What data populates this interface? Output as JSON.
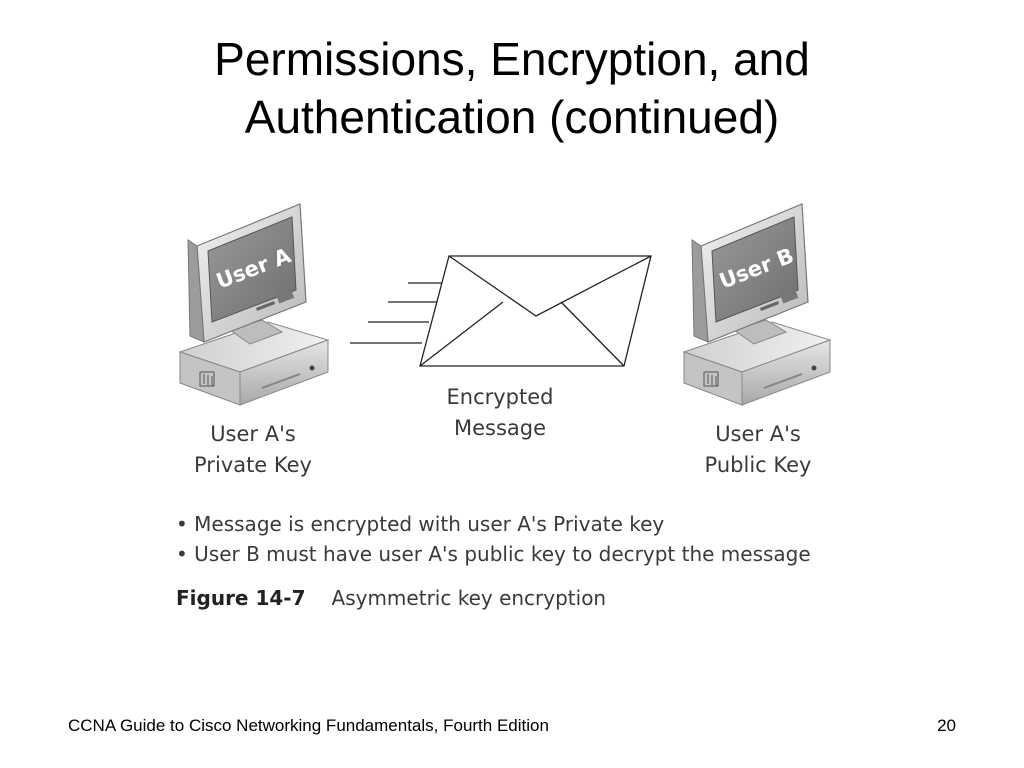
{
  "slide": {
    "title_line1": "Permissions, Encryption, and",
    "title_line2": "Authentication (continued)"
  },
  "figure": {
    "left_computer": {
      "screen_text": "User A",
      "label_line1": "User A's",
      "label_line2": "Private Key"
    },
    "right_computer": {
      "screen_text": "User B",
      "label_line1": "User A's",
      "label_line2": "Public Key"
    },
    "envelope": {
      "label_line1": "Encrypted",
      "label_line2": "Message"
    },
    "bullets": [
      "Message is encrypted with user A's Private key",
      "User B must have user A's public key to decrypt the message"
    ],
    "caption_number": "Figure 14-7",
    "caption_text": "Asymmetric key encryption"
  },
  "footer": {
    "book_title": "CCNA Guide to Cisco Networking Fundamentals, Fourth Edition",
    "page_number": "20"
  }
}
